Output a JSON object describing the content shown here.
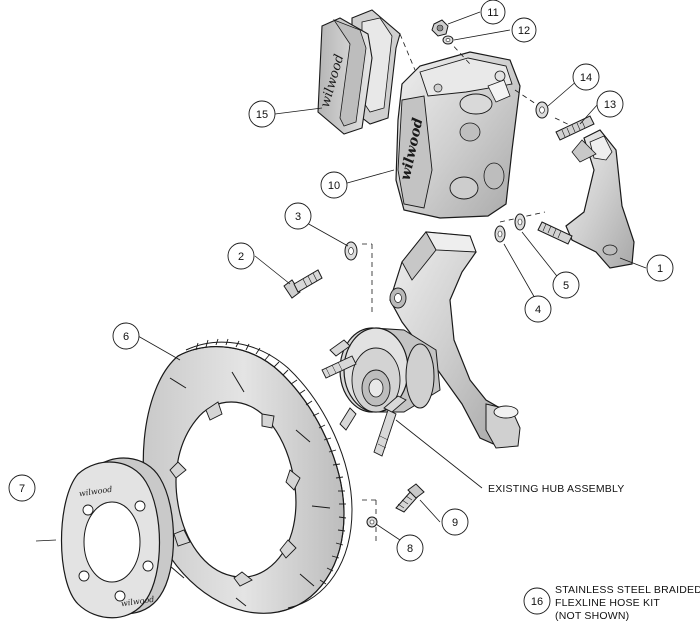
{
  "colors": {
    "ink": "#1a1a1a",
    "part_fill": "#d6d6d6",
    "part_light": "#ececec",
    "part_dark": "#a9a9a9",
    "background": "#ffffff"
  },
  "callouts": [
    {
      "id": "1",
      "part": "bracket"
    },
    {
      "id": "2",
      "part": "bolt"
    },
    {
      "id": "3",
      "part": "washer"
    },
    {
      "id": "4",
      "part": "shim washer"
    },
    {
      "id": "5",
      "part": "shim washer"
    },
    {
      "id": "6",
      "part": "rotor"
    },
    {
      "id": "7",
      "part": "hat"
    },
    {
      "id": "8",
      "part": "washer"
    },
    {
      "id": "9",
      "part": "bolt"
    },
    {
      "id": "10",
      "part": "caliper"
    },
    {
      "id": "11",
      "part": "nut"
    },
    {
      "id": "12",
      "part": "washer"
    },
    {
      "id": "13",
      "part": "stud"
    },
    {
      "id": "14",
      "part": "washer"
    },
    {
      "id": "15",
      "part": "brake pads"
    },
    {
      "id": "16",
      "part": "hose kit"
    }
  ],
  "labels": {
    "hub": "EXISTING HUB ASSEMBLY",
    "note_number": "16",
    "note_line1": "STAINLESS STEEL BRAIDED",
    "note_line2": "FLEXLINE HOSE KIT",
    "note_line3": "(NOT SHOWN)"
  },
  "logos": {
    "pad": "wilwood",
    "caliper": "wilwood",
    "hat": "wilwood"
  }
}
